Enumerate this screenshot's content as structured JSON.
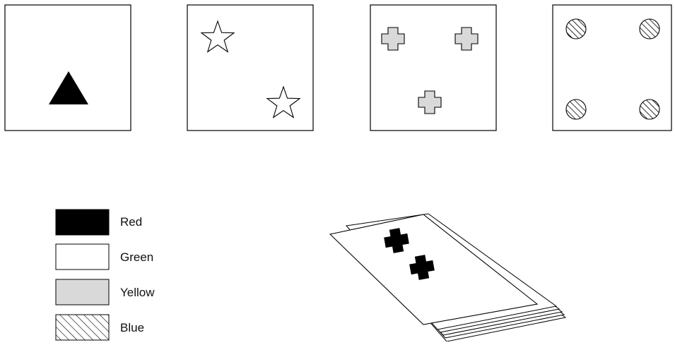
{
  "colors": {
    "ink": "#000000",
    "paper": "#ffffff",
    "yellow_fill": "#d9d9d9",
    "hatch": "#000000"
  },
  "cards": [
    {
      "symbol": "triangle",
      "count": 1,
      "color": "Red"
    },
    {
      "symbol": "star",
      "count": 2,
      "color": "Green"
    },
    {
      "symbol": "cross",
      "count": 3,
      "color": "Yellow"
    },
    {
      "symbol": "circle",
      "count": 4,
      "color": "Blue"
    }
  ],
  "legend": {
    "items": [
      {
        "label": "Red",
        "swatch": "solid-black"
      },
      {
        "label": "Green",
        "swatch": "white"
      },
      {
        "label": "Yellow",
        "swatch": "light-gray"
      },
      {
        "label": "Blue",
        "swatch": "hatched"
      }
    ]
  },
  "deck": {
    "top_card": {
      "symbol": "cross",
      "count": 2,
      "color": "Red"
    }
  }
}
